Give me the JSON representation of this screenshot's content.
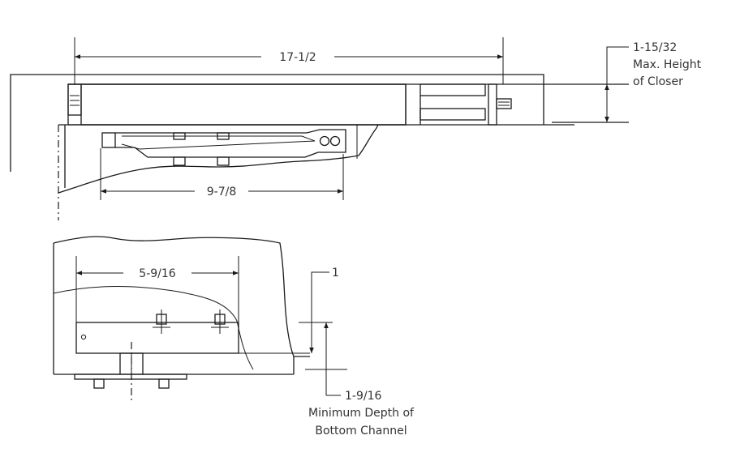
{
  "dimensions": {
    "overall_length": "17-1/2",
    "arm_length": "9-7/8",
    "pivot_spacing": "5-9/16",
    "offset": "1",
    "closer_height": "1-15/32",
    "closer_height_note_line1": "Max. Height",
    "closer_height_note_line2": "of Closer",
    "channel_depth": "1-9/16",
    "channel_depth_note_line1": "Minimum Depth of",
    "channel_depth_note_line2": "Bottom Channel"
  }
}
